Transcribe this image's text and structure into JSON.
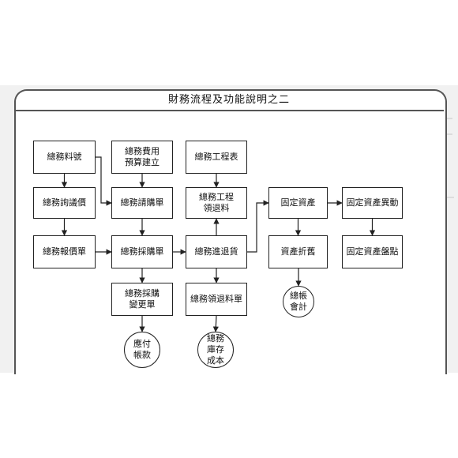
{
  "title": "財務流程及功能說明之二",
  "nodes": [
    {
      "id": "gen-material-no",
      "label": "總務料號",
      "shape": "rect"
    },
    {
      "id": "gen-budget",
      "label": "總務費用\n預算建立",
      "shape": "rect"
    },
    {
      "id": "gen-project-table",
      "label": "總務工程表",
      "shape": "rect"
    },
    {
      "id": "gen-inquiry",
      "label": "總務詢議價",
      "shape": "rect"
    },
    {
      "id": "gen-requisition",
      "label": "總務請購單",
      "shape": "rect"
    },
    {
      "id": "gen-project-issue-return",
      "label": "總務工程\n領退料",
      "shape": "rect"
    },
    {
      "id": "fixed-assets",
      "label": "固定資產",
      "shape": "rect"
    },
    {
      "id": "fixed-asset-change",
      "label": "固定資產異動",
      "shape": "rect"
    },
    {
      "id": "gen-quotation",
      "label": "總務報價單",
      "shape": "rect"
    },
    {
      "id": "gen-purchase-order",
      "label": "總務採購單",
      "shape": "rect"
    },
    {
      "id": "gen-receive-return",
      "label": "總務進退貨",
      "shape": "rect"
    },
    {
      "id": "asset-depreciation",
      "label": "資產折舊",
      "shape": "rect"
    },
    {
      "id": "fixed-asset-inventory",
      "label": "固定資產盤點",
      "shape": "rect"
    },
    {
      "id": "gen-po-change",
      "label": "總務採購\n變更單",
      "shape": "rect"
    },
    {
      "id": "gen-issue-return-slip",
      "label": "總務領退料單",
      "shape": "rect"
    },
    {
      "id": "gen-ledger",
      "label": "總帳\n會計",
      "shape": "circle"
    },
    {
      "id": "accounts-payable",
      "label": "應付\n帳款",
      "shape": "circle"
    },
    {
      "id": "gen-inventory-cost",
      "label": "總務\n庫存\n成本",
      "shape": "circle"
    }
  ],
  "edges": [
    {
      "from": "gen-material-no",
      "to": "gen-inquiry"
    },
    {
      "from": "gen-material-no",
      "to": "gen-requisition"
    },
    {
      "from": "gen-budget",
      "to": "gen-requisition"
    },
    {
      "from": "gen-inquiry",
      "to": "gen-quotation"
    },
    {
      "from": "gen-quotation",
      "to": "gen-purchase-order"
    },
    {
      "from": "gen-requisition",
      "to": "gen-purchase-order"
    },
    {
      "from": "gen-purchase-order",
      "to": "gen-receive-return"
    },
    {
      "from": "gen-purchase-order",
      "to": "gen-po-change"
    },
    {
      "from": "gen-po-change",
      "to": "accounts-payable"
    },
    {
      "from": "gen-project-table",
      "to": "gen-project-issue-return"
    },
    {
      "from": "gen-receive-return",
      "to": "gen-project-issue-return"
    },
    {
      "from": "gen-receive-return",
      "to": "gen-issue-return-slip"
    },
    {
      "from": "gen-receive-return",
      "to": "fixed-assets"
    },
    {
      "from": "gen-issue-return-slip",
      "to": "gen-inventory-cost"
    },
    {
      "from": "fixed-assets",
      "to": "fixed-asset-change"
    },
    {
      "from": "fixed-assets",
      "to": "asset-depreciation"
    },
    {
      "from": "fixed-asset-change",
      "to": "fixed-asset-inventory"
    },
    {
      "from": "asset-depreciation",
      "to": "gen-ledger"
    }
  ],
  "colors": {
    "line": "#222222",
    "frame": "#555555",
    "band": "#f1f1f1"
  }
}
